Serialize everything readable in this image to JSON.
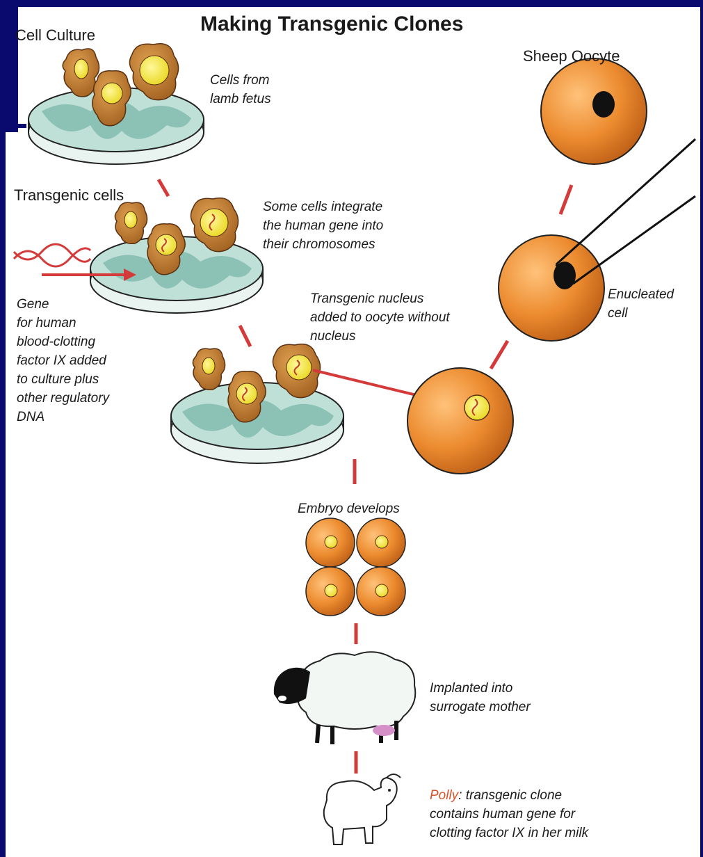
{
  "title": "Making Transgenic Clones",
  "labels": {
    "cell_culture": "Cell Culture",
    "cells_from": "Cells from\nlamb fetus",
    "transgenic_cells": "Transgenic cells",
    "some_cells": "Some cells integrate\nthe human gene into\ntheir chromosomes",
    "gene": "Gene\nfor human\nblood-clotting\nfactor IX added\nto culture plus\nother regulatory\nDNA",
    "transgenic_nucleus": "Transgenic nucleus\nadded to oocyte without\nnucleus",
    "sheep_oocyte": "Sheep Oocyte",
    "enucleated": "Enucleated\ncell",
    "embryo": "Embryo develops",
    "implanted": "Implanted into\nsurrogate mother",
    "polly_name": "Polly",
    "polly_rest": ": transgenic clone\ncontains human gene for\nclotting factor IX in her milk"
  },
  "colors": {
    "background": "#0a0a6e",
    "cell_orange": "#e88a2e",
    "nucleus_yellow": "#f5e62a",
    "connector_red": "#d43a3a",
    "dish_teal": "#7fb9ac",
    "polly_accent": "#d8532a"
  }
}
